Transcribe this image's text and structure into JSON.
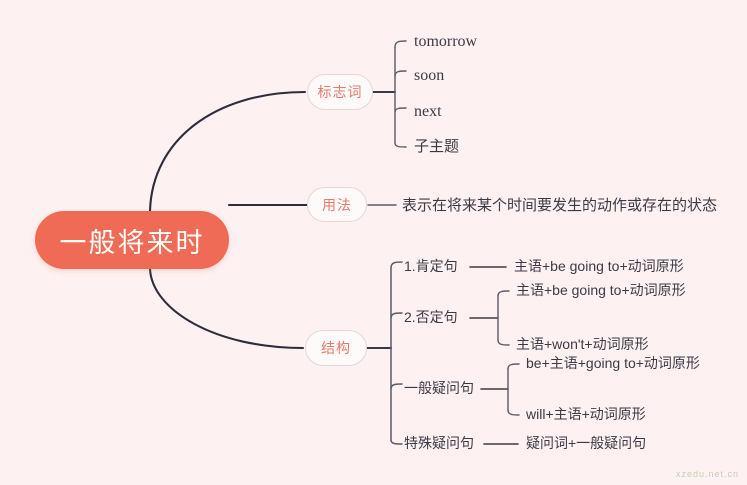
{
  "meta": {
    "background_color": "#fdf2f1",
    "root_color": "#ef6b55",
    "branch_text_color": "#e8796b",
    "leaf_text_color": "#3a3a46",
    "link_color": "#2c2c3c",
    "sub_link_color": "#5a5a6a"
  },
  "root": {
    "label": "一般将来时"
  },
  "branches": [
    {
      "label": "标志词",
      "children": [
        {
          "label": "tomorrow"
        },
        {
          "label": "soon"
        },
        {
          "label": "next"
        },
        {
          "label": "子主题"
        }
      ]
    },
    {
      "label": "用法",
      "children": [
        {
          "label": "表示在将来某个时间要发生的动作或存在的状态"
        }
      ]
    },
    {
      "label": "结构",
      "children": [
        {
          "label": "1.肯定句",
          "children": [
            {
              "label": "主语+be going to+动词原形"
            }
          ]
        },
        {
          "label": "2.否定句",
          "children": [
            {
              "label": "主语+be going to+动词原形"
            },
            {
              "label": "主语+won't+动词原形"
            }
          ]
        },
        {
          "label": "一般疑问句",
          "children": [
            {
              "label": "be+主语+going to+动词原形"
            },
            {
              "label": "will+主语+动词原形"
            }
          ]
        },
        {
          "label": "特殊疑问句",
          "children": [
            {
              "label": "疑问词+一般疑问句"
            }
          ]
        }
      ]
    }
  ],
  "watermark": {
    "text": "xzedu.net.cn"
  }
}
